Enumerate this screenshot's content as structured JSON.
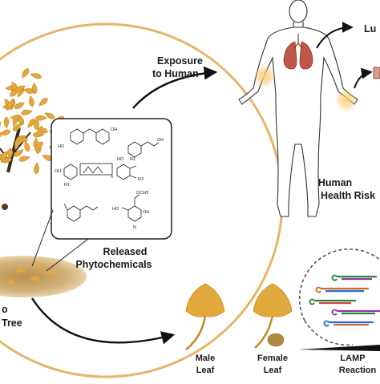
{
  "labels": {
    "exposure_line1": "Exposure",
    "exposure_line2": "to Human",
    "lung": "Lu",
    "human_line1": "Human",
    "human_line2": "Health Risk",
    "released_line1": "Released",
    "released_line2": "Phytochemicals",
    "tree_line1": "o",
    "tree_line2": "Tree",
    "male_line1": "Male",
    "male_line2": "Leaf",
    "female_line1": "Female",
    "female_line2": "Leaf",
    "lamp_line1": "LAMP",
    "lamp_line2": "Reaction"
  },
  "chem_labels": {
    "oh1": "OH",
    "oh2": "HO",
    "oh3": "OH",
    "oh4": "HO",
    "r1": "R1",
    "r2": "R2",
    "r3": "R3",
    "n": "n",
    "oh5": "OH",
    "och3": "OCH3",
    "oh6": "OH",
    "oh7": "HO",
    "n2": "N"
  },
  "colors": {
    "ginkgo": "#e3a83c",
    "ginkgo_dark": "#c98a22",
    "circle": "#e8b46a",
    "ground": "#caa86a",
    "glow": "#f6c35a",
    "lung": "#c0584a"
  }
}
